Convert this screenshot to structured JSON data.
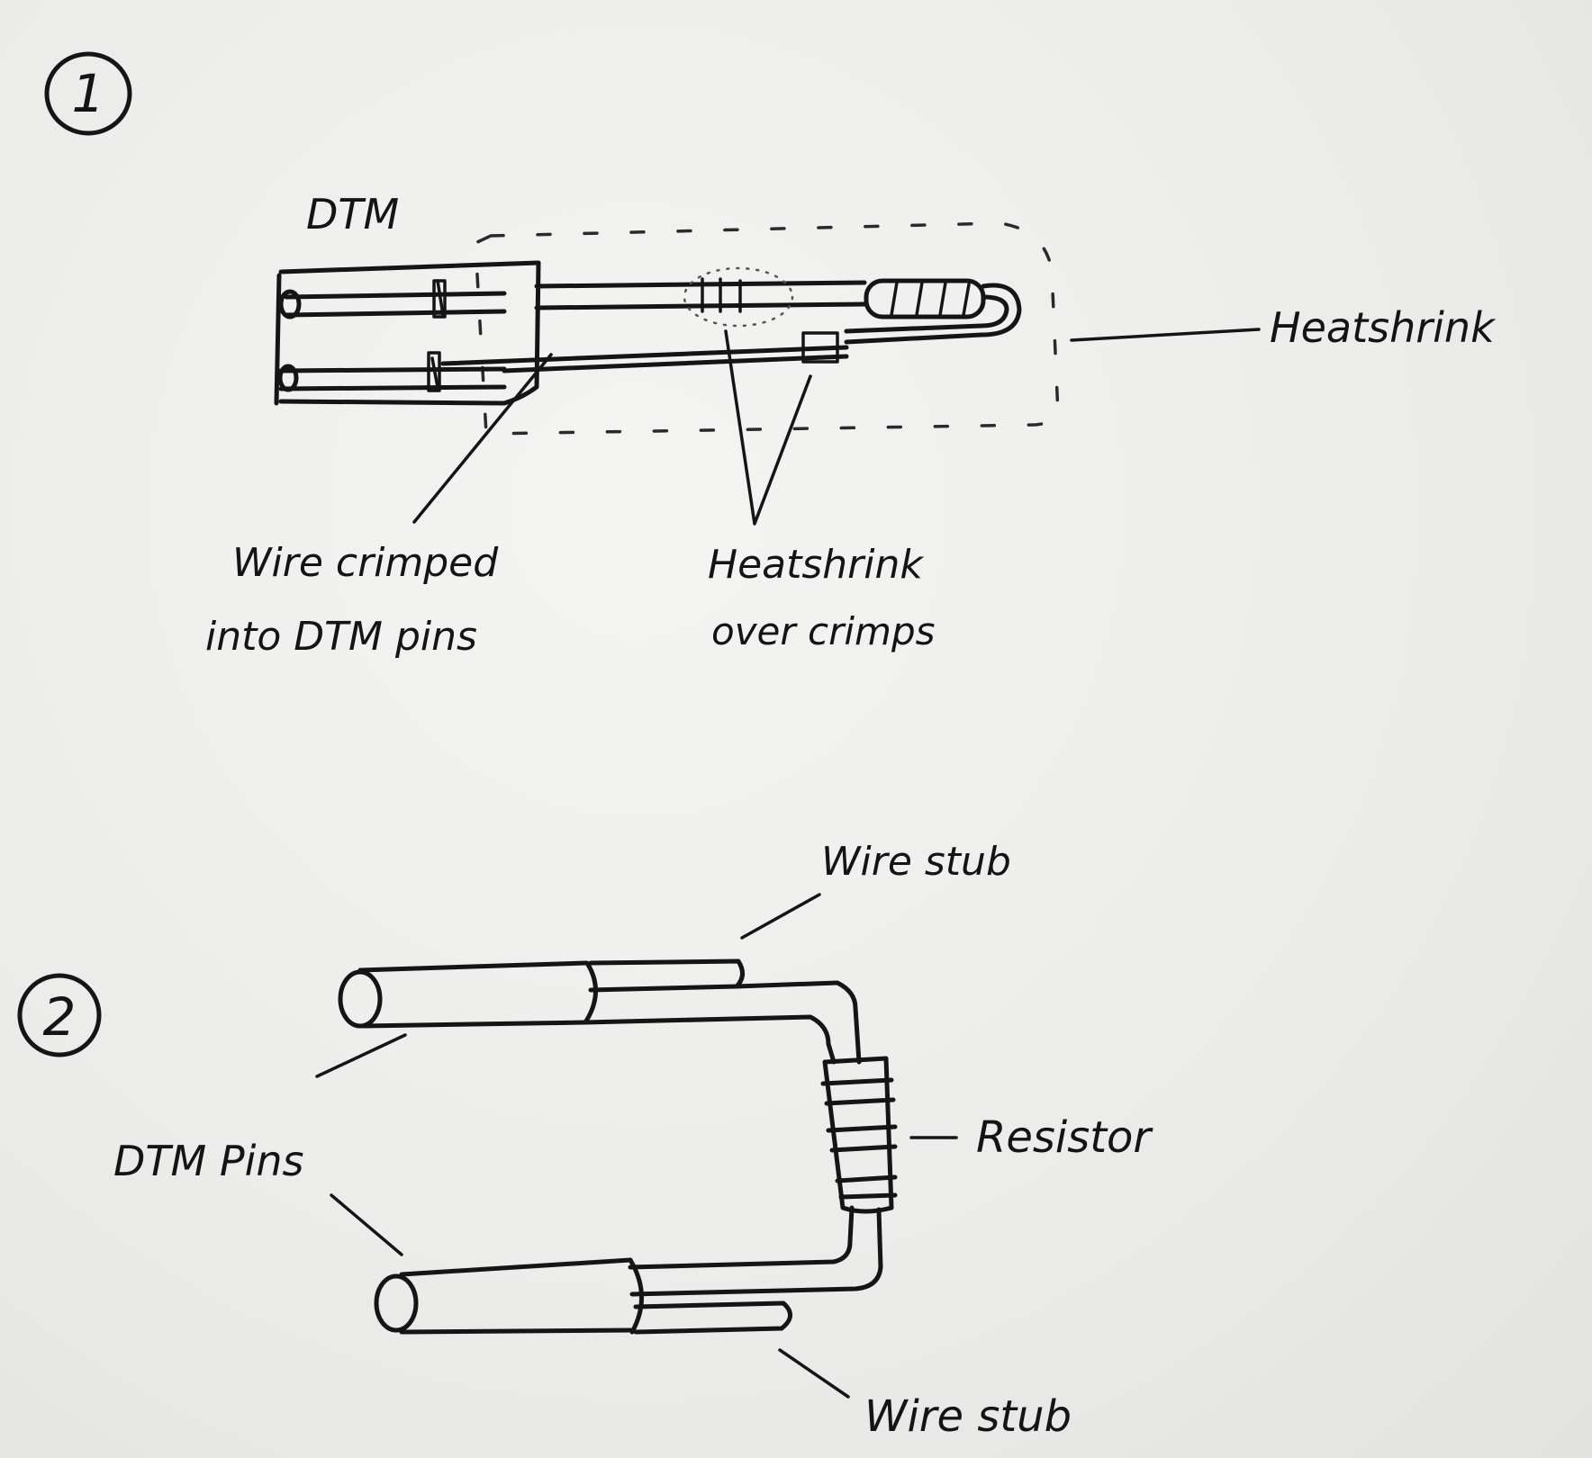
{
  "step1": {
    "number": "1",
    "labels": {
      "dtm": "DTM",
      "heatshrink": "Heatshrink",
      "wire_crimped_line1": "Wire crimped",
      "wire_crimped_line2": "into DTM pins",
      "heatshrink_crimps_line1": "Heatshrink",
      "heatshrink_crimps_line2": "over crimps"
    }
  },
  "step2": {
    "number": "2",
    "labels": {
      "wire_stub_top": "Wire stub",
      "dtm_pins": "DTM Pins",
      "resistor": "Resistor",
      "wire_stub_bottom": "Wire stub"
    }
  },
  "colors": {
    "ink": "#151515",
    "paper": "#f0f0ee"
  }
}
